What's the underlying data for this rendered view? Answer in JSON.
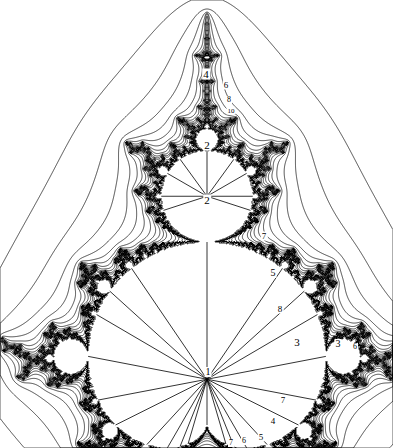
{
  "diagram": {
    "labels": [
      "4",
      "6",
      "8",
      "10",
      "2",
      "2",
      "7",
      "5",
      "8",
      "3",
      "3",
      "6",
      "1",
      "7",
      "4",
      "7",
      "6",
      "5"
    ]
  }
}
